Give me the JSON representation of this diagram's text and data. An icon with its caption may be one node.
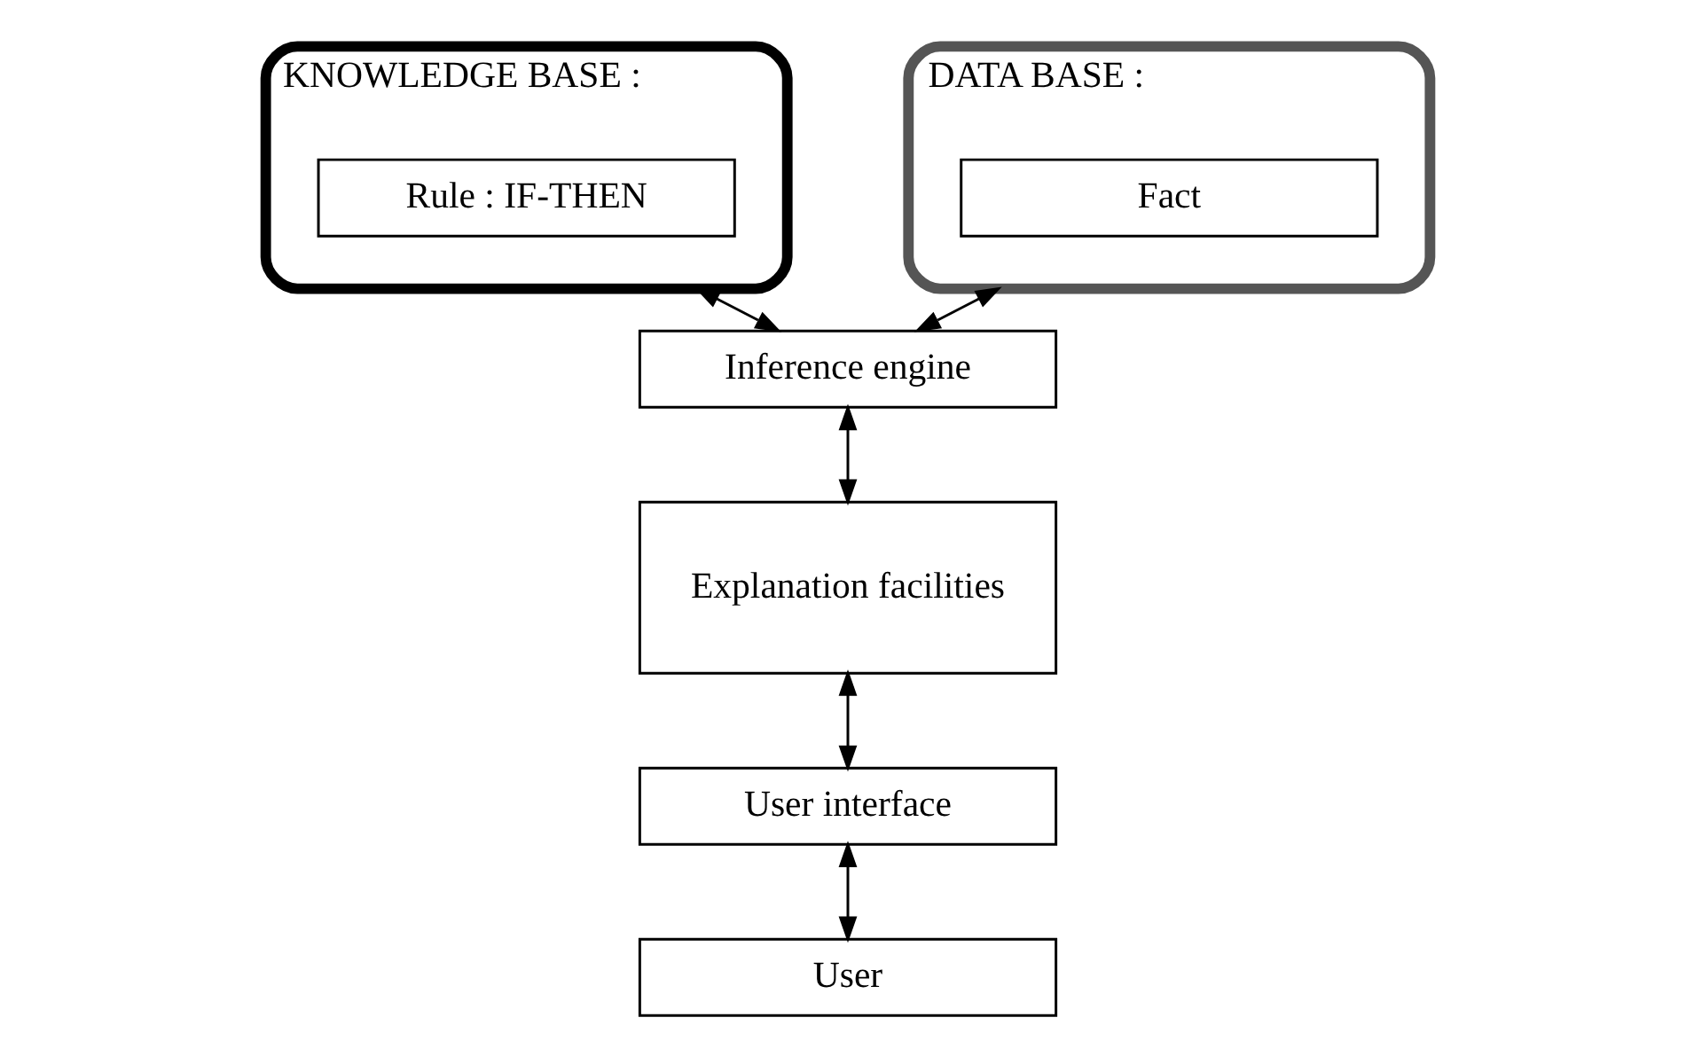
{
  "diagram": {
    "nodes": [
      {
        "text": [
          "KNOWLEDGE BASE :"
        ]
      },
      {
        "text": [
          "Rule : IF-THEN"
        ],
        "in": 0
      },
      {
        "text": [
          "DATA BASE :"
        ]
      },
      {
        "text": [
          "Fact"
        ],
        "in": 2
      },
      {
        "text": [
          "Inference engine"
        ]
      },
      {
        "text": [
          "Explanation facilities"
        ]
      },
      {
        "text": [
          "User interface"
        ]
      },
      {
        "text": [
          "User"
        ]
      }
    ],
    "edges": [
      {
        "from": 4,
        "to": 0,
        "arrow": "both"
      },
      {
        "from": 4,
        "to": 2,
        "arrow": "both"
      },
      {
        "from": 4,
        "to": 5,
        "arrow": "both"
      },
      {
        "from": 5,
        "to": 6,
        "arrow": "both"
      },
      {
        "from": 6,
        "to": 7,
        "arrow": "both"
      }
    ]
  }
}
